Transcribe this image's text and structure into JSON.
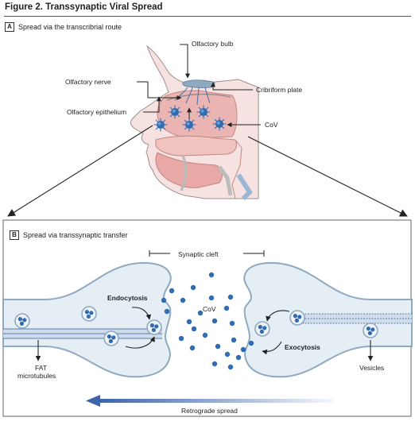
{
  "figure": {
    "title": "Figure 2. Transsynaptic Viral Spread"
  },
  "panel_a": {
    "letter": "A",
    "title": "Spread via the transcribrial route",
    "labels": {
      "olfactory_bulb": "Olfactory bulb",
      "olfactory_nerve": "Olfactory nerve",
      "cribriform_plate": "Cribriform plate",
      "olfactory_epithelium": "Olfactory epithelium",
      "cov": "CoV"
    }
  },
  "panel_b": {
    "letter": "B",
    "title": "Spread via transsynaptic transfer",
    "labels": {
      "synaptic_cleft": "Synaptic cleft",
      "endocytosis": "Endocytosis",
      "cov": "CoV",
      "exocytosis": "Exocytosis",
      "fat_microtubules_line1": "FAT",
      "fat_microtubules_line2": "microtubules",
      "vesicles": "Vesicles",
      "retrograde_spread": "Retrograde spread"
    }
  },
  "colors": {
    "virus": "#2e6db4",
    "neuron_fill": "#e6eef5",
    "neuron_stroke": "#8fa9c1",
    "tissue": "#eab5b3",
    "arrow_blue": "#3d63a8"
  }
}
